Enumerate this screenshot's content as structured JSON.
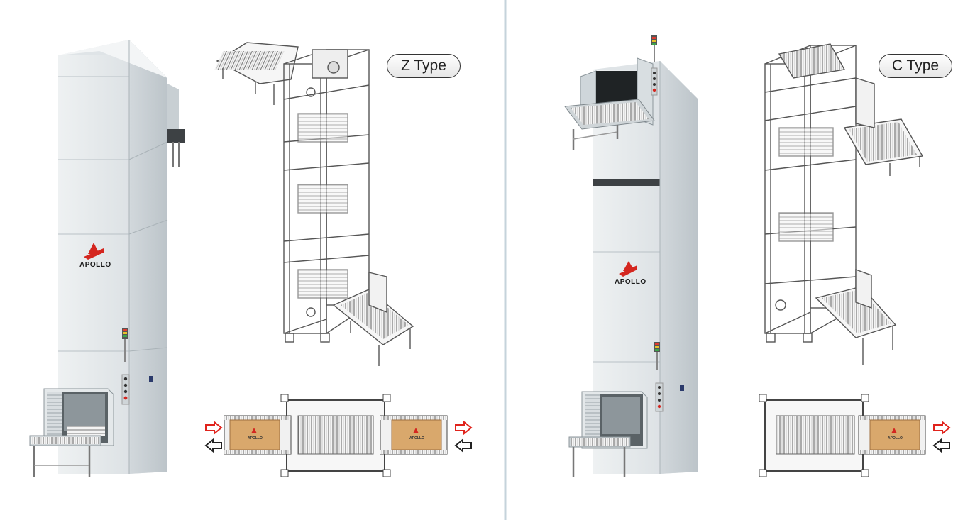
{
  "panels": [
    {
      "id": "z",
      "type_label": "Z Type",
      "brand": "APOLLO",
      "box_brand": "APOLLO"
    },
    {
      "id": "c",
      "type_label": "C Type",
      "brand": "APOLLO",
      "box_brand": "APOLLO"
    }
  ],
  "colors": {
    "panel_metal": "#e3e7e9",
    "panel_shade": "#c9cfd3",
    "frame_line": "#555555",
    "divider": "#c5d3db",
    "arrow_red": "#e0231c",
    "arrow_black": "#222222",
    "box_cardboard": "#d9a86c",
    "brand_red": "#d4261f"
  }
}
